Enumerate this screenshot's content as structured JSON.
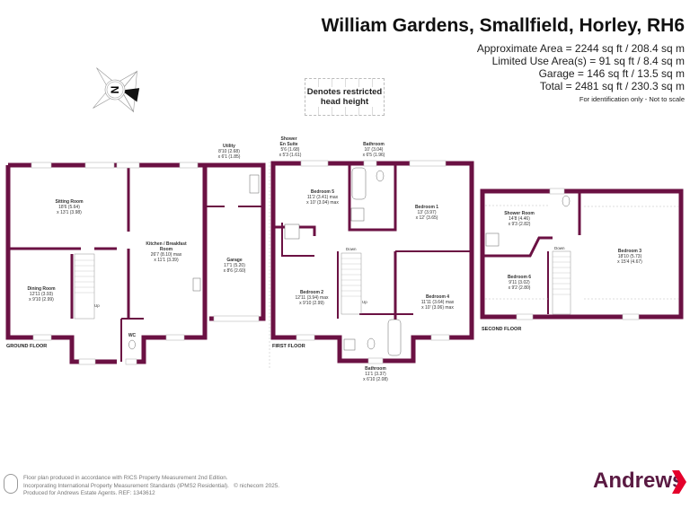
{
  "header": {
    "title": "William Gardens, Smallfield, Horley, RH6",
    "areas": [
      "Approximate Area = 2244 sq ft / 208.4 sq m",
      "Limited Use Area(s) = 91 sq ft / 8.4 sq m",
      "Garage = 146 sq ft / 13.5 sq m",
      "Total = 2481 sq ft / 230.3 sq m"
    ],
    "note": "For identification only - Not to scale"
  },
  "legend": {
    "restricted_head_height": "Denotes restricted head height"
  },
  "compass": {
    "label": "N"
  },
  "floors": {
    "ground": {
      "label": "GROUND FLOOR",
      "rooms": [
        {
          "name": "Sitting Room",
          "dim1": "18'6 (5.64)",
          "dim2": "x 13'1 (3.98)"
        },
        {
          "name": "Dining Room",
          "dim1": "12'11 (3.93)",
          "dim2": "x 9'10 (2.99)"
        },
        {
          "name": "Kitchen / Breakfast Room",
          "dim1": "26'7 (8.10) max",
          "dim2": "x 11'1 (3.39)"
        },
        {
          "name": "Garage",
          "dim1": "17'1 (5.20)",
          "dim2": "x 8'6 (2.60)"
        },
        {
          "name": "Utility",
          "dim1": "8'10 (2.68)",
          "dim2": "x 6'1 (1.85)"
        },
        {
          "name": "WC"
        }
      ],
      "stair_label": "Up"
    },
    "first": {
      "label": "FIRST FLOOR",
      "rooms": [
        {
          "name": "Shower En Suite",
          "dim1": "5'6 (1.68)",
          "dim2": "x 5'3 (1.61)"
        },
        {
          "name": "Bathroom",
          "dim1": "10' (3.04)",
          "dim2": "x 6'5 (1.96)"
        },
        {
          "name": "Bedroom 5",
          "dim1": "11'2 (3.41) max",
          "dim2": "x 10' (3.04) max"
        },
        {
          "name": "Bedroom 1",
          "dim1": "13' (3.97)",
          "dim2": "x 12' (3.65)"
        },
        {
          "name": "Bedroom 2",
          "dim1": "12'11 (3.94) max",
          "dim2": "x 9'10 (2.99)"
        },
        {
          "name": "Bedroom 4",
          "dim1": "11'11 (3.64) max",
          "dim2": "x 10' (3.06) max"
        },
        {
          "name": "Bathroom",
          "dim1": "11'1 (3.37)",
          "dim2": "x 6'10 (2.08)"
        }
      ],
      "stair_down": "Down",
      "stair_up": "Up"
    },
    "second": {
      "label": "SECOND FLOOR",
      "rooms": [
        {
          "name": "Shower Room",
          "dim1": "14'8 (4.46)",
          "dim2": "x 9'3 (2.82)"
        },
        {
          "name": "Bedroom 6",
          "dim1": "9'11 (3.02)",
          "dim2": "x 9'2 (2.80)"
        },
        {
          "name": "Bedroom 3",
          "dim1": "18'10 (5.73)",
          "dim2": "x 15'4 (4.67)"
        }
      ],
      "stair_down": "Down"
    }
  },
  "footer": {
    "lines": [
      "Floor plan produced in accordance with RICS Property Measurement 2nd Edition.",
      "Incorporating International Property Measurement Standards (IPMS2 Residential).",
      "Produced for Andrews Estate Agents.   REF: 1343612"
    ],
    "copyright": "© nichecom 2025."
  },
  "brand": {
    "name": "Andrews",
    "wall_color": "#6b1143",
    "accent": "#e4002b"
  }
}
